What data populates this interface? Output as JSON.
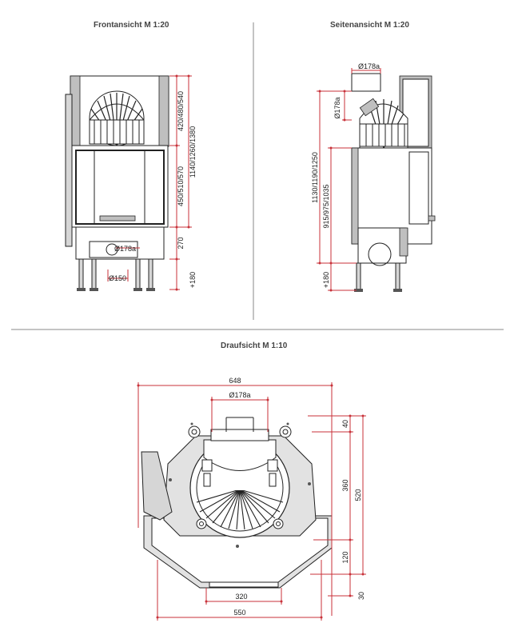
{
  "titles": {
    "front": "Frontansicht M 1:20",
    "side": "Seitenansicht M 1:20",
    "top": "Draufsicht M 1:10"
  },
  "front": {
    "dim_top": "420/480/540",
    "dim_door": "450/510/570",
    "dim_total": "1140/1260/1380",
    "dim_base": "270",
    "dim_leg": "+180",
    "dia_flue": "Ø178a",
    "dia_air": "Ø150"
  },
  "side": {
    "dia_top": "Ø178a",
    "dia_left": "Ø178a",
    "dim_total": "1130/1190/1250",
    "dim_body": "915/975/1035",
    "dim_leg": "+180"
  },
  "top": {
    "width_total": "648",
    "dia_flue": "Ø178a",
    "depth_a": "40",
    "depth_b": "360",
    "depth_c": "120",
    "depth_d": "30",
    "depth_total": "520",
    "width_glass": "320",
    "width_front": "550"
  }
}
